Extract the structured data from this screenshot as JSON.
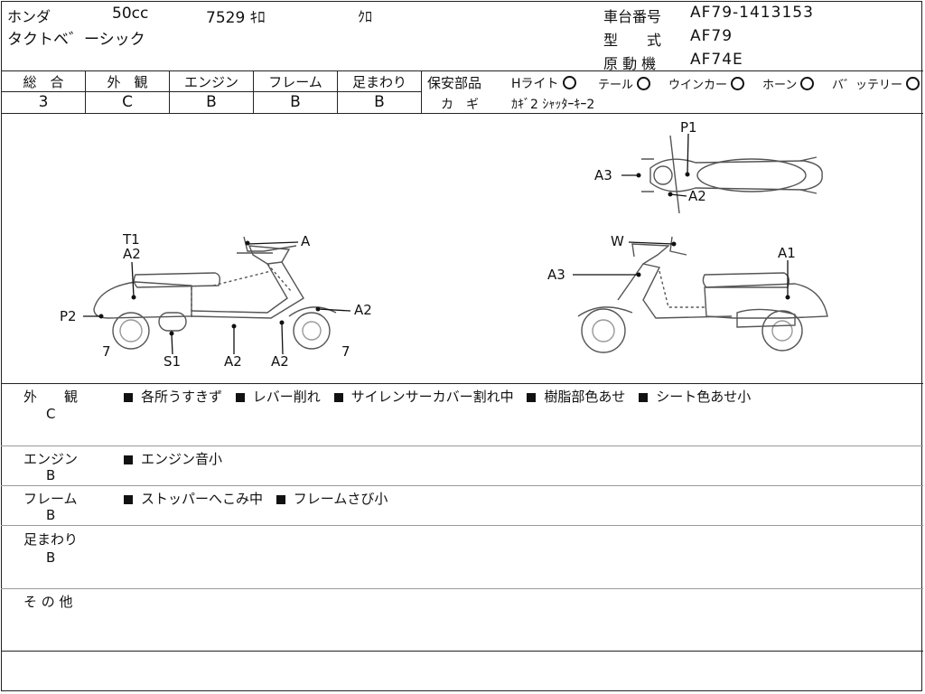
{
  "header": {
    "maker": "ホンダ",
    "displacement": "50cc",
    "mileage": "7529 ｷﾛ",
    "color": "ｸﾛ",
    "model_name": "タクトベ゛ーシック",
    "frame_no_label": "車台番号",
    "frame_no": "AF79-1413153",
    "type_label": "型　　式",
    "type": "AF79",
    "engine_label": "原 動 機",
    "engine": "AF74E"
  },
  "grades": {
    "headers": [
      "総　合",
      "外　観",
      "エンジン",
      "フレーム",
      "足まわり"
    ],
    "values": [
      "3",
      "C",
      "B",
      "B",
      "B"
    ]
  },
  "safety": {
    "label": "保安部品",
    "items": [
      {
        "label": "Hライト",
        "mark": "○"
      },
      {
        "label": "テール",
        "mark": "○"
      },
      {
        "label": "ウインカー",
        "mark": "○"
      },
      {
        "label": "ホーン",
        "mark": "○"
      },
      {
        "label": "バ゛ッテリー",
        "mark": "○"
      }
    ],
    "key_label": "カ　ギ",
    "keys": "ｶｷﾞ2 ｼｬｯﾀｰｷｰ2"
  },
  "diagram": {
    "left_labels": {
      "t1": "T1",
      "a2_top": "A2",
      "a": "A",
      "p2": "P2",
      "a2_right": "A2",
      "seven_left": "7",
      "s1": "S1",
      "a2_bottom1": "A2",
      "a2_bottom2": "A2",
      "seven_right": "7"
    },
    "top_labels": {
      "p1": "P1",
      "a3": "A3",
      "a2": "A2"
    },
    "right_labels": {
      "w": "W",
      "a1": "A1",
      "a3": "A3"
    }
  },
  "remarks": [
    {
      "label": "外　　観",
      "grade": "C",
      "items": [
        "各所うすきず",
        "レバー削れ",
        "サイレンサーカバー割れ中",
        "樹脂部色あせ",
        "シート色あせ小"
      ]
    },
    {
      "label": "エンジン",
      "grade": "B",
      "items": [
        "エンジン音小"
      ]
    },
    {
      "label": "フレーム",
      "grade": "B",
      "items": [
        "ストッパーへこみ中",
        "フレームさび小"
      ]
    },
    {
      "label": "足まわり",
      "grade": "B",
      "items": []
    },
    {
      "label": "そ の 他",
      "grade": "",
      "items": []
    }
  ]
}
